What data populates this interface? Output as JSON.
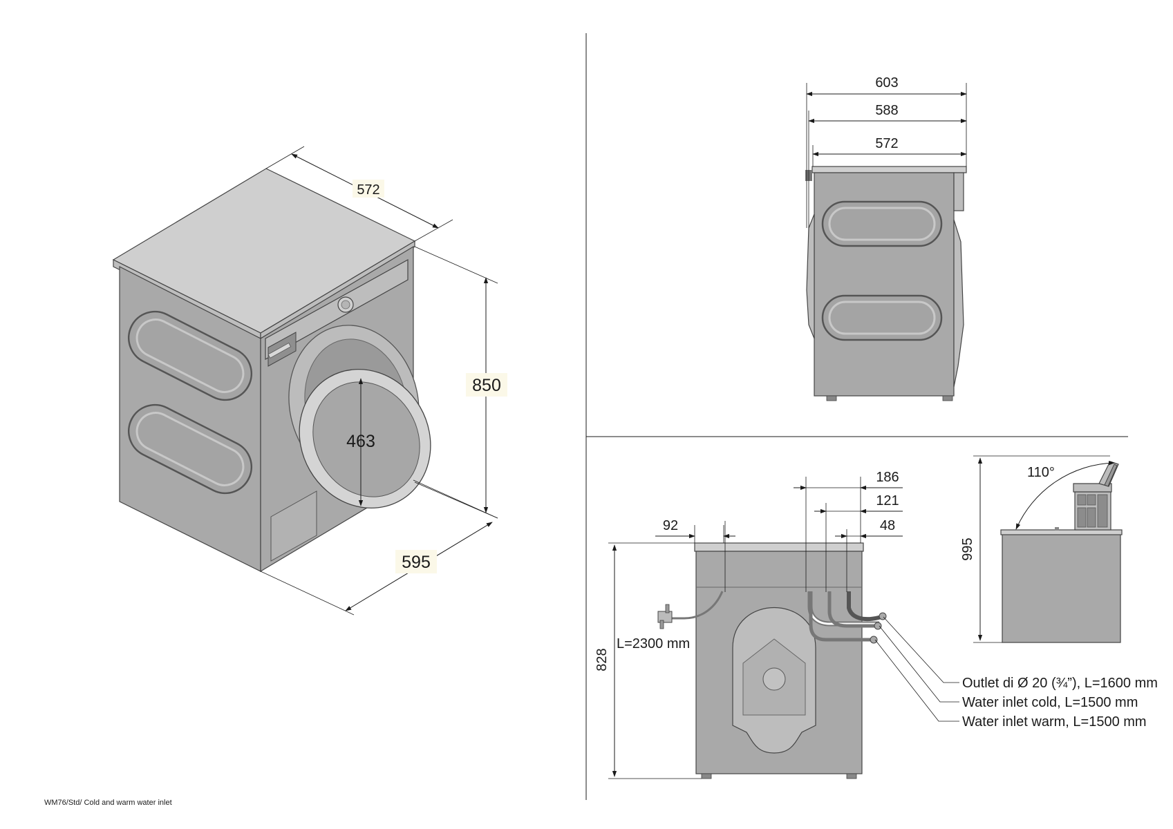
{
  "footer": {
    "code": "WM76/Std/ Cold and warm water inlet"
  },
  "iso_view": {
    "depth": "572",
    "height": "850",
    "width": "595",
    "door_diameter": "463"
  },
  "side_view": {
    "depth_overall": "603",
    "depth_mid": "588",
    "depth_body": "572"
  },
  "rear_view": {
    "dim_186": "186",
    "dim_121": "121",
    "dim_48": "48",
    "dim_92": "92",
    "height": "828",
    "cable_length": "L=2300 mm",
    "callouts": {
      "outlet": "Outlet di Ø 20 (¾”), L=1600 mm",
      "inlet_cold": "Water inlet cold, L=1500 mm",
      "inlet_warm": "Water inlet warm, L=1500 mm"
    }
  },
  "lid_view": {
    "angle": "110°",
    "height": "995"
  }
}
